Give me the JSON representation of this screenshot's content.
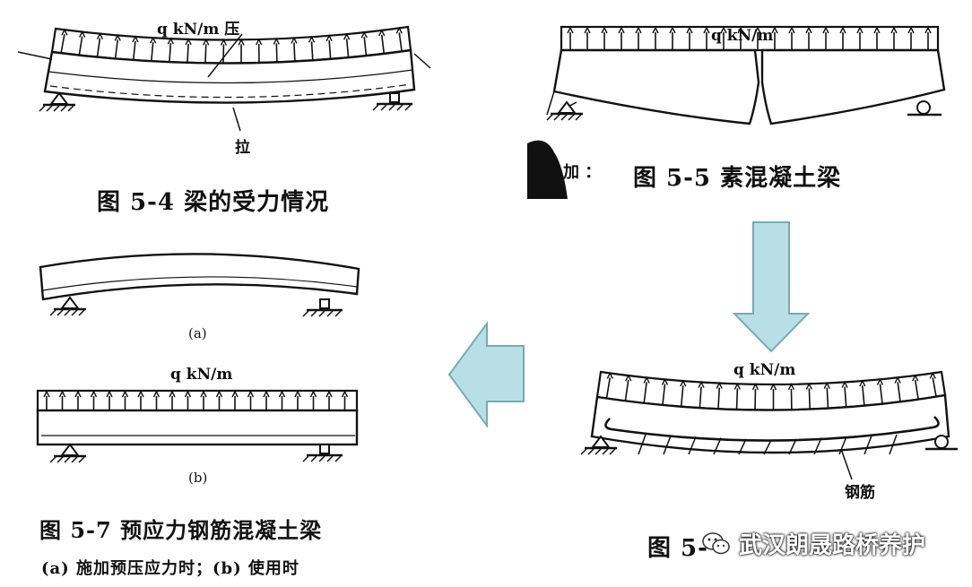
{
  "fig54": {
    "load_label": "q  kN/m 压",
    "tension_label": "拉",
    "caption": "图 5-4  梁的受力情况"
  },
  "fig55": {
    "load_label": "q  kN/m",
    "caption": "图 5-5  素混凝土梁",
    "scan_noise": "加 ："
  },
  "fig56": {
    "load_label": "q  kN/m",
    "rebar_label": "钢筋",
    "caption": "图 5-"
  },
  "fig57": {
    "sub_a": "(a)",
    "load_label": "q  kN/m",
    "sub_b": "(b)",
    "caption": "图 5-7  预应力钢筋混凝土梁",
    "subcaption": "(a) 施加预压应力时；(b) 使用时"
  },
  "arrows": {
    "color": "#b9dfe6",
    "border": "#7aa9b3"
  },
  "watermark": {
    "text": "武汉朗晟路桥养护",
    "icon": "wechat-icon"
  }
}
